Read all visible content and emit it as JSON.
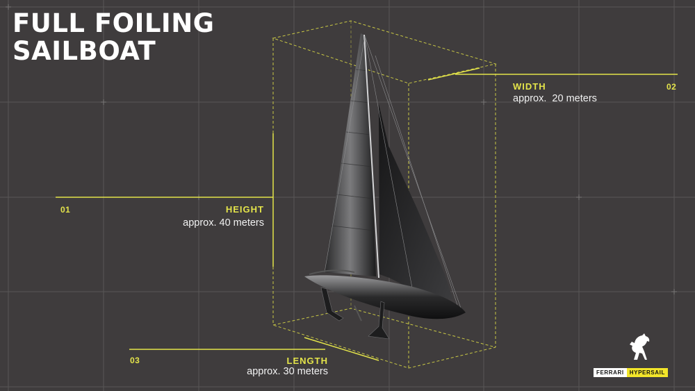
{
  "title": {
    "line1": "FULL FOILING",
    "line2": "SAILBOAT"
  },
  "dimensions": {
    "height": {
      "number": "01",
      "label": "HEIGHT",
      "value": "approx. 40 meters"
    },
    "width": {
      "number": "02",
      "label": "WIDTH",
      "value": "approx.  20 meters"
    },
    "length": {
      "number": "03",
      "label": "LENGTH",
      "value": "approx. 30 meters"
    }
  },
  "brand": {
    "part1": "FERRARI",
    "part2": "HYPERSAIL"
  },
  "colors": {
    "background": "#3f3c3d",
    "accent": "#e4e44a",
    "grid": "#5a5758",
    "text": "#ffffff"
  },
  "icons": {
    "logo": "prancing-horse-icon"
  }
}
